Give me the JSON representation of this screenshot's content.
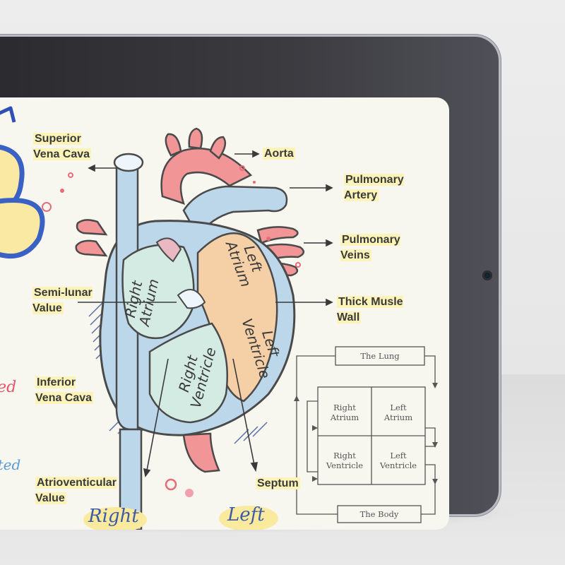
{
  "labels": {
    "superior_vena_cava": "Superior\nVena Cava",
    "aorta": "Aorta",
    "pulmonary_artery": "Pulmonary\nArtery",
    "pulmonary_veins": "Pulmonary\nVeins",
    "semilunar_value": "Semi-lunar\nValue",
    "thick_musle_wall": "Thick Musle\nWall",
    "inferior_vena_cava": "Inferior\nVena Cava",
    "atrioventicular_value": "Atrioventicular\nValue",
    "septum": "Septum"
  },
  "chambers": {
    "right_atrium": "Right\nAtrium",
    "right_ventricle": "Right\nVentricle",
    "left_atrium": "Left\nAtrium",
    "left_ventricle": "Left\nVentricle"
  },
  "handwriting": {
    "right": "Right",
    "left": "Left",
    "oxygenated": "nated",
    "deoxygenated": "enated"
  },
  "flow_diagram": {
    "lung": "The Lung",
    "body": "The Body",
    "right_atrium": "Right\nAtrium",
    "left_atrium": "Left\nAtrium",
    "right_ventricle": "Right\nVentricle",
    "left_ventricle": "Left\nVentricle"
  },
  "colors": {
    "vein_blue": "#bcd7ea",
    "artery_red": "#f08c8e",
    "left_orange": "#f5cfa6",
    "right_mint": "#d4ebe3",
    "highlight_yellow": "#fbf3b8",
    "outline": "#4a4a4a"
  }
}
